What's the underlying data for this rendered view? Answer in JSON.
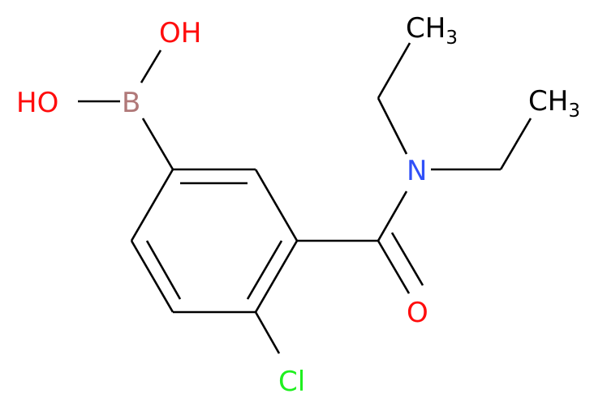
{
  "colors": {
    "bond": "#000000",
    "oxygen": "#ff0d0d",
    "nitrogen": "#3050f8",
    "chlorine": "#1ff01f",
    "boron": "#ffb5b5",
    "boron_display": "#b07878",
    "carbon": "#000000"
  },
  "atoms": {
    "oh_top": {
      "main": "OH",
      "subscript": ""
    },
    "oh_left": {
      "main": "HO",
      "subscript": ""
    },
    "boron": {
      "main": "B",
      "subscript": ""
    },
    "nitrogen": {
      "main": "N",
      "subscript": ""
    },
    "oxygen": {
      "main": "O",
      "subscript": ""
    },
    "chlorine": {
      "main": "Cl",
      "subscript": ""
    },
    "methyl_1": {
      "main": "CH",
      "subscript": "3"
    },
    "methyl_2": {
      "main": "CH",
      "subscript": "3"
    }
  }
}
